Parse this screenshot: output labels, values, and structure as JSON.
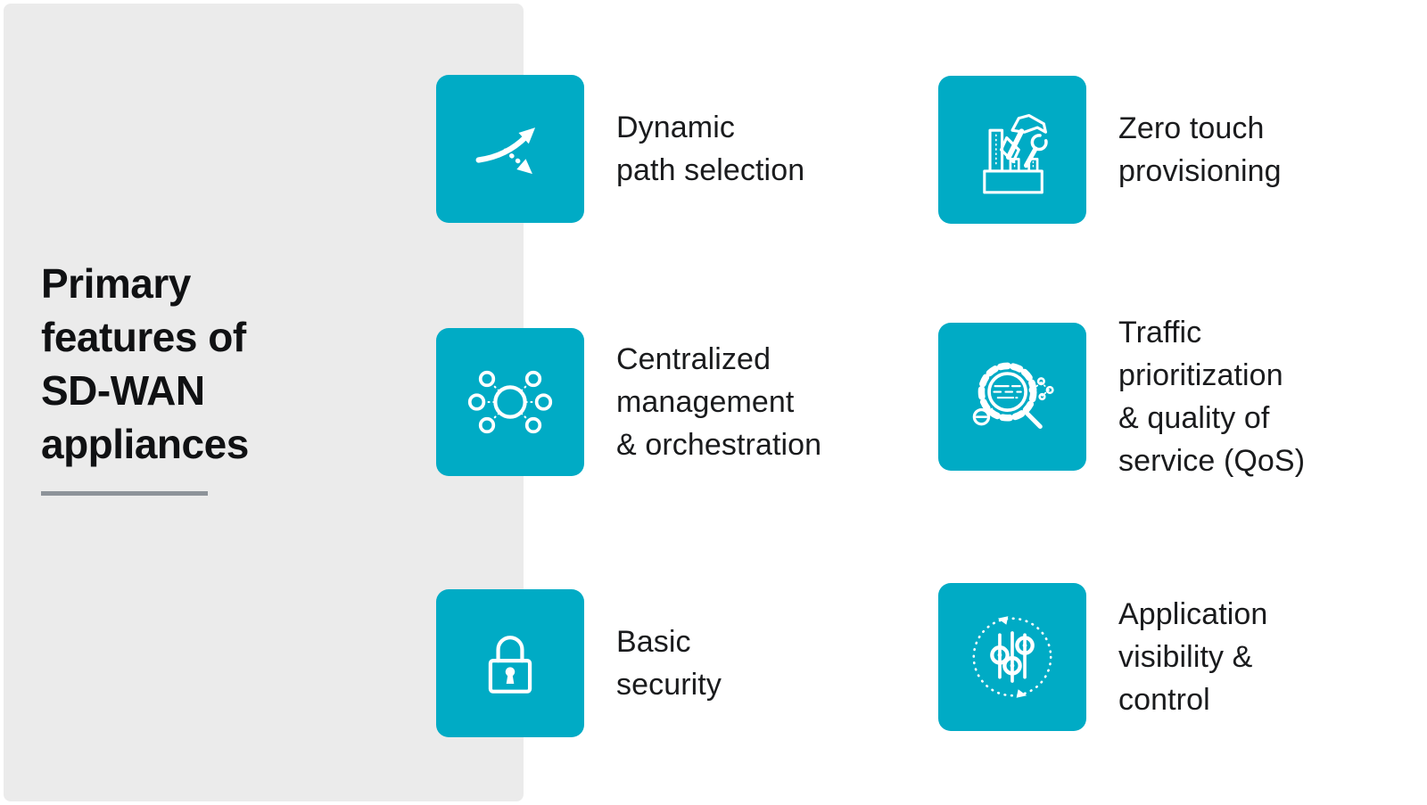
{
  "page": {
    "background_color": "#ffffff",
    "panel_color": "#ebebeb",
    "accent_color": "#00abc5",
    "tile_shadow_color": "#dcdcdc",
    "underline_color": "#8d9399",
    "text_color": "#1a1b1d"
  },
  "title": {
    "full_text": "Primary features of SD-WAN appliances",
    "lines": [
      "Primary",
      "features of",
      "SD-WAN",
      "appliances"
    ]
  },
  "features": [
    {
      "id": "dynamic-path-selection",
      "icon": "split-arrows-icon",
      "label": "Dynamic path selection",
      "label_lines": [
        "Dynamic",
        "path selection"
      ]
    },
    {
      "id": "zero-touch-provisioning",
      "icon": "tools-icon",
      "label": "Zero touch provisioning",
      "label_lines": [
        "Zero touch",
        "provisioning"
      ]
    },
    {
      "id": "centralized-management-orchestration",
      "icon": "hub-network-icon",
      "label": "Centralized management & orchestration",
      "label_lines": [
        "Centralized",
        "management",
        "& orchestration"
      ]
    },
    {
      "id": "traffic-prioritization-qos",
      "icon": "gear-magnifier-icon",
      "label": "Traffic prioritization & quality of service (QoS)",
      "label_lines": [
        "Traffic",
        "prioritization",
        "& quality of",
        "service (QoS)"
      ]
    },
    {
      "id": "basic-security",
      "icon": "padlock-icon",
      "label": "Basic security",
      "label_lines": [
        "Basic",
        "security"
      ]
    },
    {
      "id": "application-visibility-control",
      "icon": "sliders-icon",
      "label": "Application visibility & control",
      "label_lines": [
        "Application",
        "visibility &",
        "control"
      ]
    }
  ]
}
